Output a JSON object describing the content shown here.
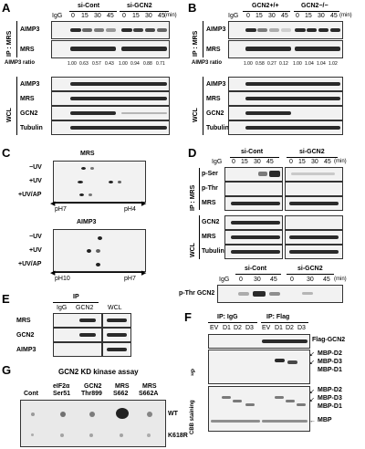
{
  "panels": {
    "A": {
      "letter": "A",
      "groups": [
        "si-Cont",
        "si-GCN2"
      ],
      "lanes": [
        "IgG",
        "0",
        "15",
        "30",
        "45",
        "0",
        "15",
        "30",
        "45"
      ],
      "unit": "(min)",
      "ip_label": "IP : MRS",
      "ip_rows": [
        "AIMP3",
        "MRS"
      ],
      "ratio_label": "AIMP3 ratio",
      "ratios": [
        "1.00",
        "0.63",
        "0.57",
        "0.43",
        "1.00",
        "0.94",
        "0.88",
        "0.71"
      ],
      "wcl_label": "WCL",
      "wcl_rows": [
        "AIMP3",
        "MRS",
        "GCN2",
        "Tubulin"
      ]
    },
    "B": {
      "letter": "B",
      "groups": [
        "GCN2+/+",
        "GCN2−/−"
      ],
      "lanes": [
        "IgG",
        "0",
        "15",
        "30",
        "45",
        "0",
        "15",
        "30",
        "45"
      ],
      "unit": "(min)",
      "ip_label": "IP : MRS",
      "ip_rows": [
        "AIMP3",
        "MRS"
      ],
      "ratio_label": "AIMP3 ratio",
      "ratios": [
        "1.00",
        "0.58",
        "0.27",
        "0.12",
        "1.00",
        "1.04",
        "1.04",
        "1.02"
      ],
      "wcl_label": "WCL",
      "wcl_rows": [
        "AIMP3",
        "MRS",
        "GCN2",
        "Tubulin"
      ]
    },
    "C": {
      "letter": "C",
      "blot1_title": "MRS",
      "blot1_rows": [
        "−UV",
        "+UV",
        "+UV/AP"
      ],
      "blot1_axis": [
        "pH7",
        "pH4"
      ],
      "blot2_title": "AIMP3",
      "blot2_rows": [
        "−UV",
        "+UV",
        "+UV/AP"
      ],
      "blot2_axis": [
        "pH10",
        "pH7"
      ]
    },
    "D": {
      "letter": "D",
      "groups": [
        "si-Cont",
        "si-GCN2"
      ],
      "lanes": [
        "IgG",
        "0",
        "15",
        "30",
        "45",
        "0",
        "15",
        "30",
        "45"
      ],
      "unit": "(min)",
      "ip_label": "IP : MRS",
      "ip_rows": [
        "p-Ser",
        "p-Thr",
        "MRS"
      ],
      "wcl_label": "WCL",
      "wcl_rows": [
        "GCN2",
        "MRS",
        "Tubulin"
      ],
      "lower_groups": [
        "si-Cont",
        "si-GCN2"
      ],
      "lower_lanes": [
        "IgG",
        "0",
        "30",
        "45",
        "0",
        "30",
        "45"
      ],
      "lower_unit": "(min)",
      "lower_row": "p-Thr GCN2"
    },
    "E": {
      "letter": "E",
      "ip_label": "IP",
      "lanes": [
        "IgG",
        "GCN2",
        "WCL"
      ],
      "rows": [
        "MRS",
        "GCN2",
        "AIMP3"
      ]
    },
    "F": {
      "letter": "F",
      "header_left": "IP: IgG",
      "header_right": "IP: Flag",
      "lanes": [
        "EV",
        "D1",
        "D2",
        "D3",
        "EV",
        "D1",
        "D2",
        "D3"
      ],
      "top_row": "Flag-GCN2",
      "p32_label": "³²P",
      "p32_rows": [
        "MBP-D2",
        "MBP-D3",
        "MBP-D1"
      ],
      "cbb_label": "CBB staining",
      "cbb_rows": [
        "MBP-D2",
        "MBP-D3",
        "MBP-D1",
        "MBP"
      ]
    },
    "G": {
      "letter": "G",
      "title": "GCN2 KD kinase assay",
      "columns": [
        "Cont",
        "eIF2α Ser51",
        "GCN2 Thr899",
        "MRS S662",
        "MRS S662A"
      ],
      "col_cont": "Cont",
      "col2a": "eIF2α",
      "col2b": "Ser51",
      "col3a": "GCN2",
      "col3b": "Thr899",
      "col4a": "MRS",
      "col4b": "S662",
      "col5a": "MRS",
      "col5b": "S662A",
      "rows": [
        "WT",
        "K618R"
      ]
    }
  }
}
